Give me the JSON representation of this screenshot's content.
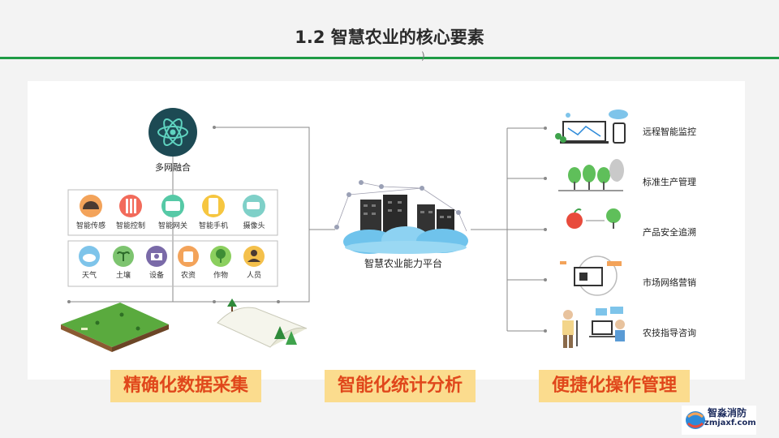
{
  "title": "1.2 智慧农业的核心要素",
  "tiny_mark": ")",
  "left": {
    "center_node": "多网融合",
    "row1": [
      "智能传感",
      "智能控制",
      "智能网关",
      "智能手机",
      "摄像头"
    ],
    "row2": [
      "天气",
      "土壤",
      "设备",
      "农资",
      "作物",
      "人员"
    ]
  },
  "platform": "智慧农业能力平台",
  "features": [
    "远程智能监控",
    "标准生产管理",
    "产品安全追溯",
    "市场网络营销",
    "农技指导咨询"
  ],
  "banners": [
    "精确化数据采集",
    "智能化统计分析",
    "便捷化操作管理"
  ],
  "watermark": {
    "line1": "智淼消防",
    "line2": "zmjaxf.com"
  },
  "colors": {
    "accent": "#1e9b45",
    "banner_bg": "#fbdc8e",
    "banner_text": "#e0471b"
  }
}
